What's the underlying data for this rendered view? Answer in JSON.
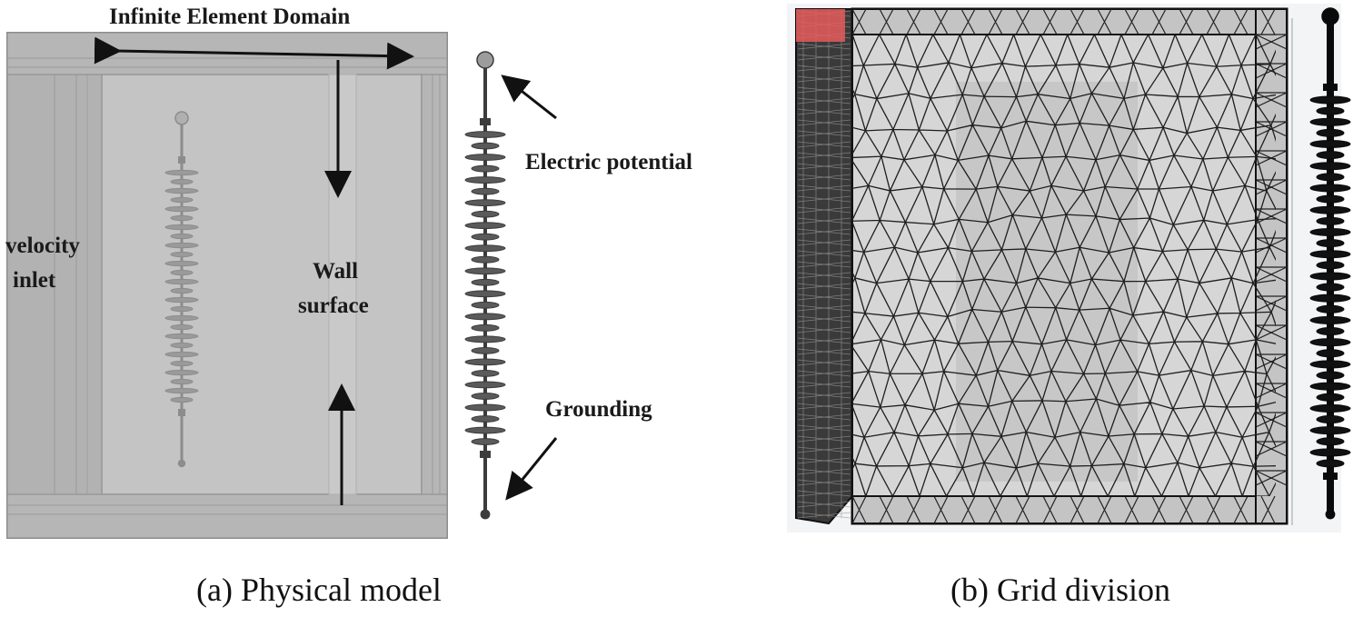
{
  "panel_a": {
    "labels": {
      "infinite_domain": "Infinite Element Domain",
      "electric_potential": "Electric potential",
      "grounding": "Grounding",
      "velocity_inlet_line1": "velocity",
      "velocity_inlet_line2": "inlet",
      "wall_surface_line1": "Wall",
      "wall_surface_line2": "surface"
    },
    "caption": "(a) Physical model"
  },
  "panel_b": {
    "caption": "(b) Grid division"
  },
  "colors": {
    "box_fill": "#b9b9b9",
    "box_edge": "#8a8a8a",
    "insulator": "#4a4a4a",
    "mesh_line": "#1e1e1e",
    "mesh_fill": "#d2d2d2",
    "accent_red": "#e04040"
  },
  "icons": [
    "arrow-icon",
    "insulator-icon",
    "mesh-icon"
  ]
}
